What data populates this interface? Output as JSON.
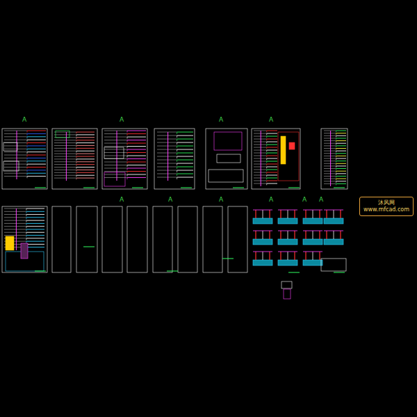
{
  "diagram": {
    "nodes": [
      {
        "text": [
          "沐风网",
          "www.mfcad.com"
        ]
      }
    ],
    "labels": [
      "A",
      "A",
      "A",
      "A",
      "A",
      "A",
      "A",
      "A",
      "A",
      "A"
    ]
  }
}
